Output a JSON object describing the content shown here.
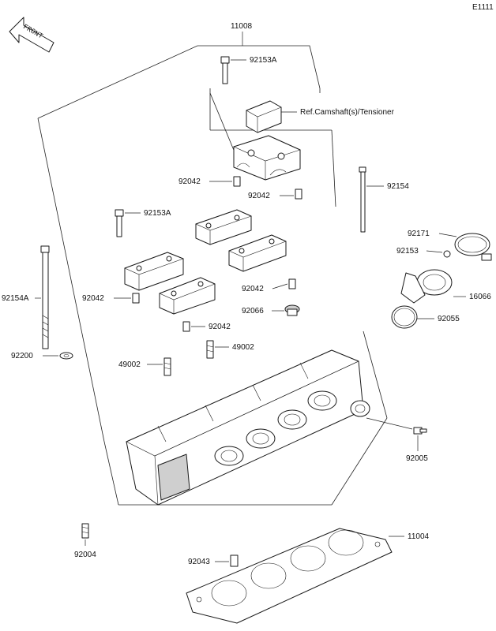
{
  "diagram_code": "E1111",
  "front_marker": "FRONT",
  "labels": {
    "p11008": "11008",
    "p92153A_top": "92153A",
    "ref_camshaft": "Ref.Camshaft(s)/Tensioner",
    "p92042_a": "92042",
    "p92042_b": "92042",
    "p92154": "92154",
    "p92153A_left": "92153A",
    "p92171": "92171",
    "p92153": "92153",
    "p92154A": "92154A",
    "p16066": "16066",
    "p92042_c": "92042",
    "p92042_d": "92042",
    "p92066": "92066",
    "p92055": "92055",
    "p92042_e": "92042",
    "p49002_a": "49002",
    "p92200": "92200",
    "p49002_b": "49002",
    "p92005": "92005",
    "p11004": "11004",
    "p92004": "92004",
    "p92043": "92043"
  }
}
